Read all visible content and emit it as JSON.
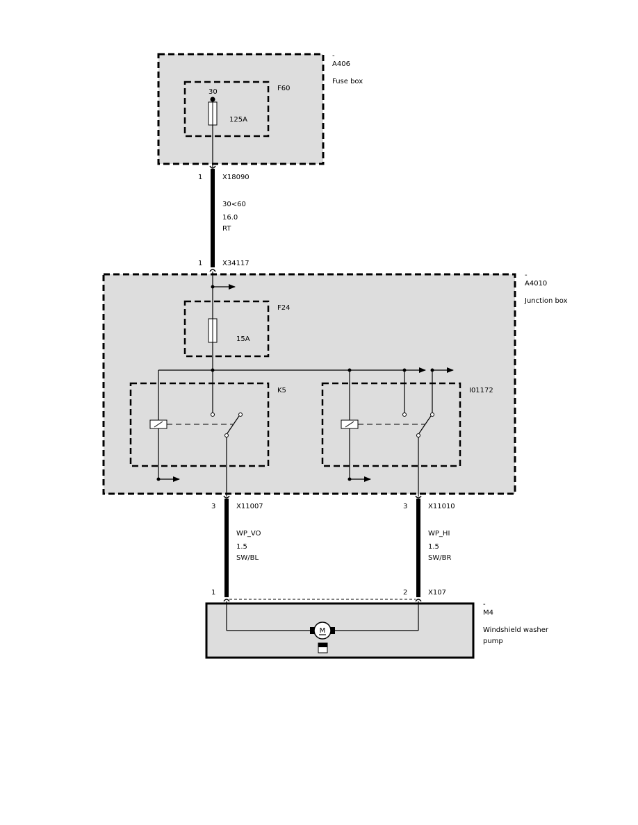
{
  "components": {
    "fuse_box": {
      "dot": "-",
      "id": "A406",
      "name": "Fuse box"
    },
    "fuse_f60": {
      "id": "F60",
      "terminal": "30",
      "rating": "125A"
    },
    "junction_box": {
      "dot": "-",
      "id": "A4010",
      "name": "Junction box"
    },
    "fuse_f24": {
      "id": "F24",
      "rating": "15A"
    },
    "relay_k5": {
      "id": "K5"
    },
    "relay_i01172": {
      "id": "I01172"
    },
    "pump": {
      "dot": "-",
      "id": "M4",
      "name_line1": "Windshield washer",
      "name_line2": "pump",
      "motor_symbol": "M"
    }
  },
  "connectors": {
    "x18090": {
      "pin": "1",
      "id": "X18090"
    },
    "x34117": {
      "pin": "1",
      "id": "X34117"
    },
    "x11007": {
      "pin": "3",
      "id": "X11007"
    },
    "x11010": {
      "pin": "3",
      "id": "X11010"
    },
    "x107": {
      "pin_left": "1",
      "pin_right": "2",
      "id": "X107"
    }
  },
  "wires": {
    "main": {
      "circuit": "30<60",
      "gauge": "16.0",
      "color": "RT"
    },
    "wp_vo": {
      "circuit": "WP_VO",
      "gauge": "1.5",
      "color": "SW/BL"
    },
    "wp_hi": {
      "circuit": "WP_HI",
      "gauge": "1.5",
      "color": "SW/BR"
    }
  },
  "colors": {
    "box_fill": "#dddddd",
    "line": "#000000"
  }
}
